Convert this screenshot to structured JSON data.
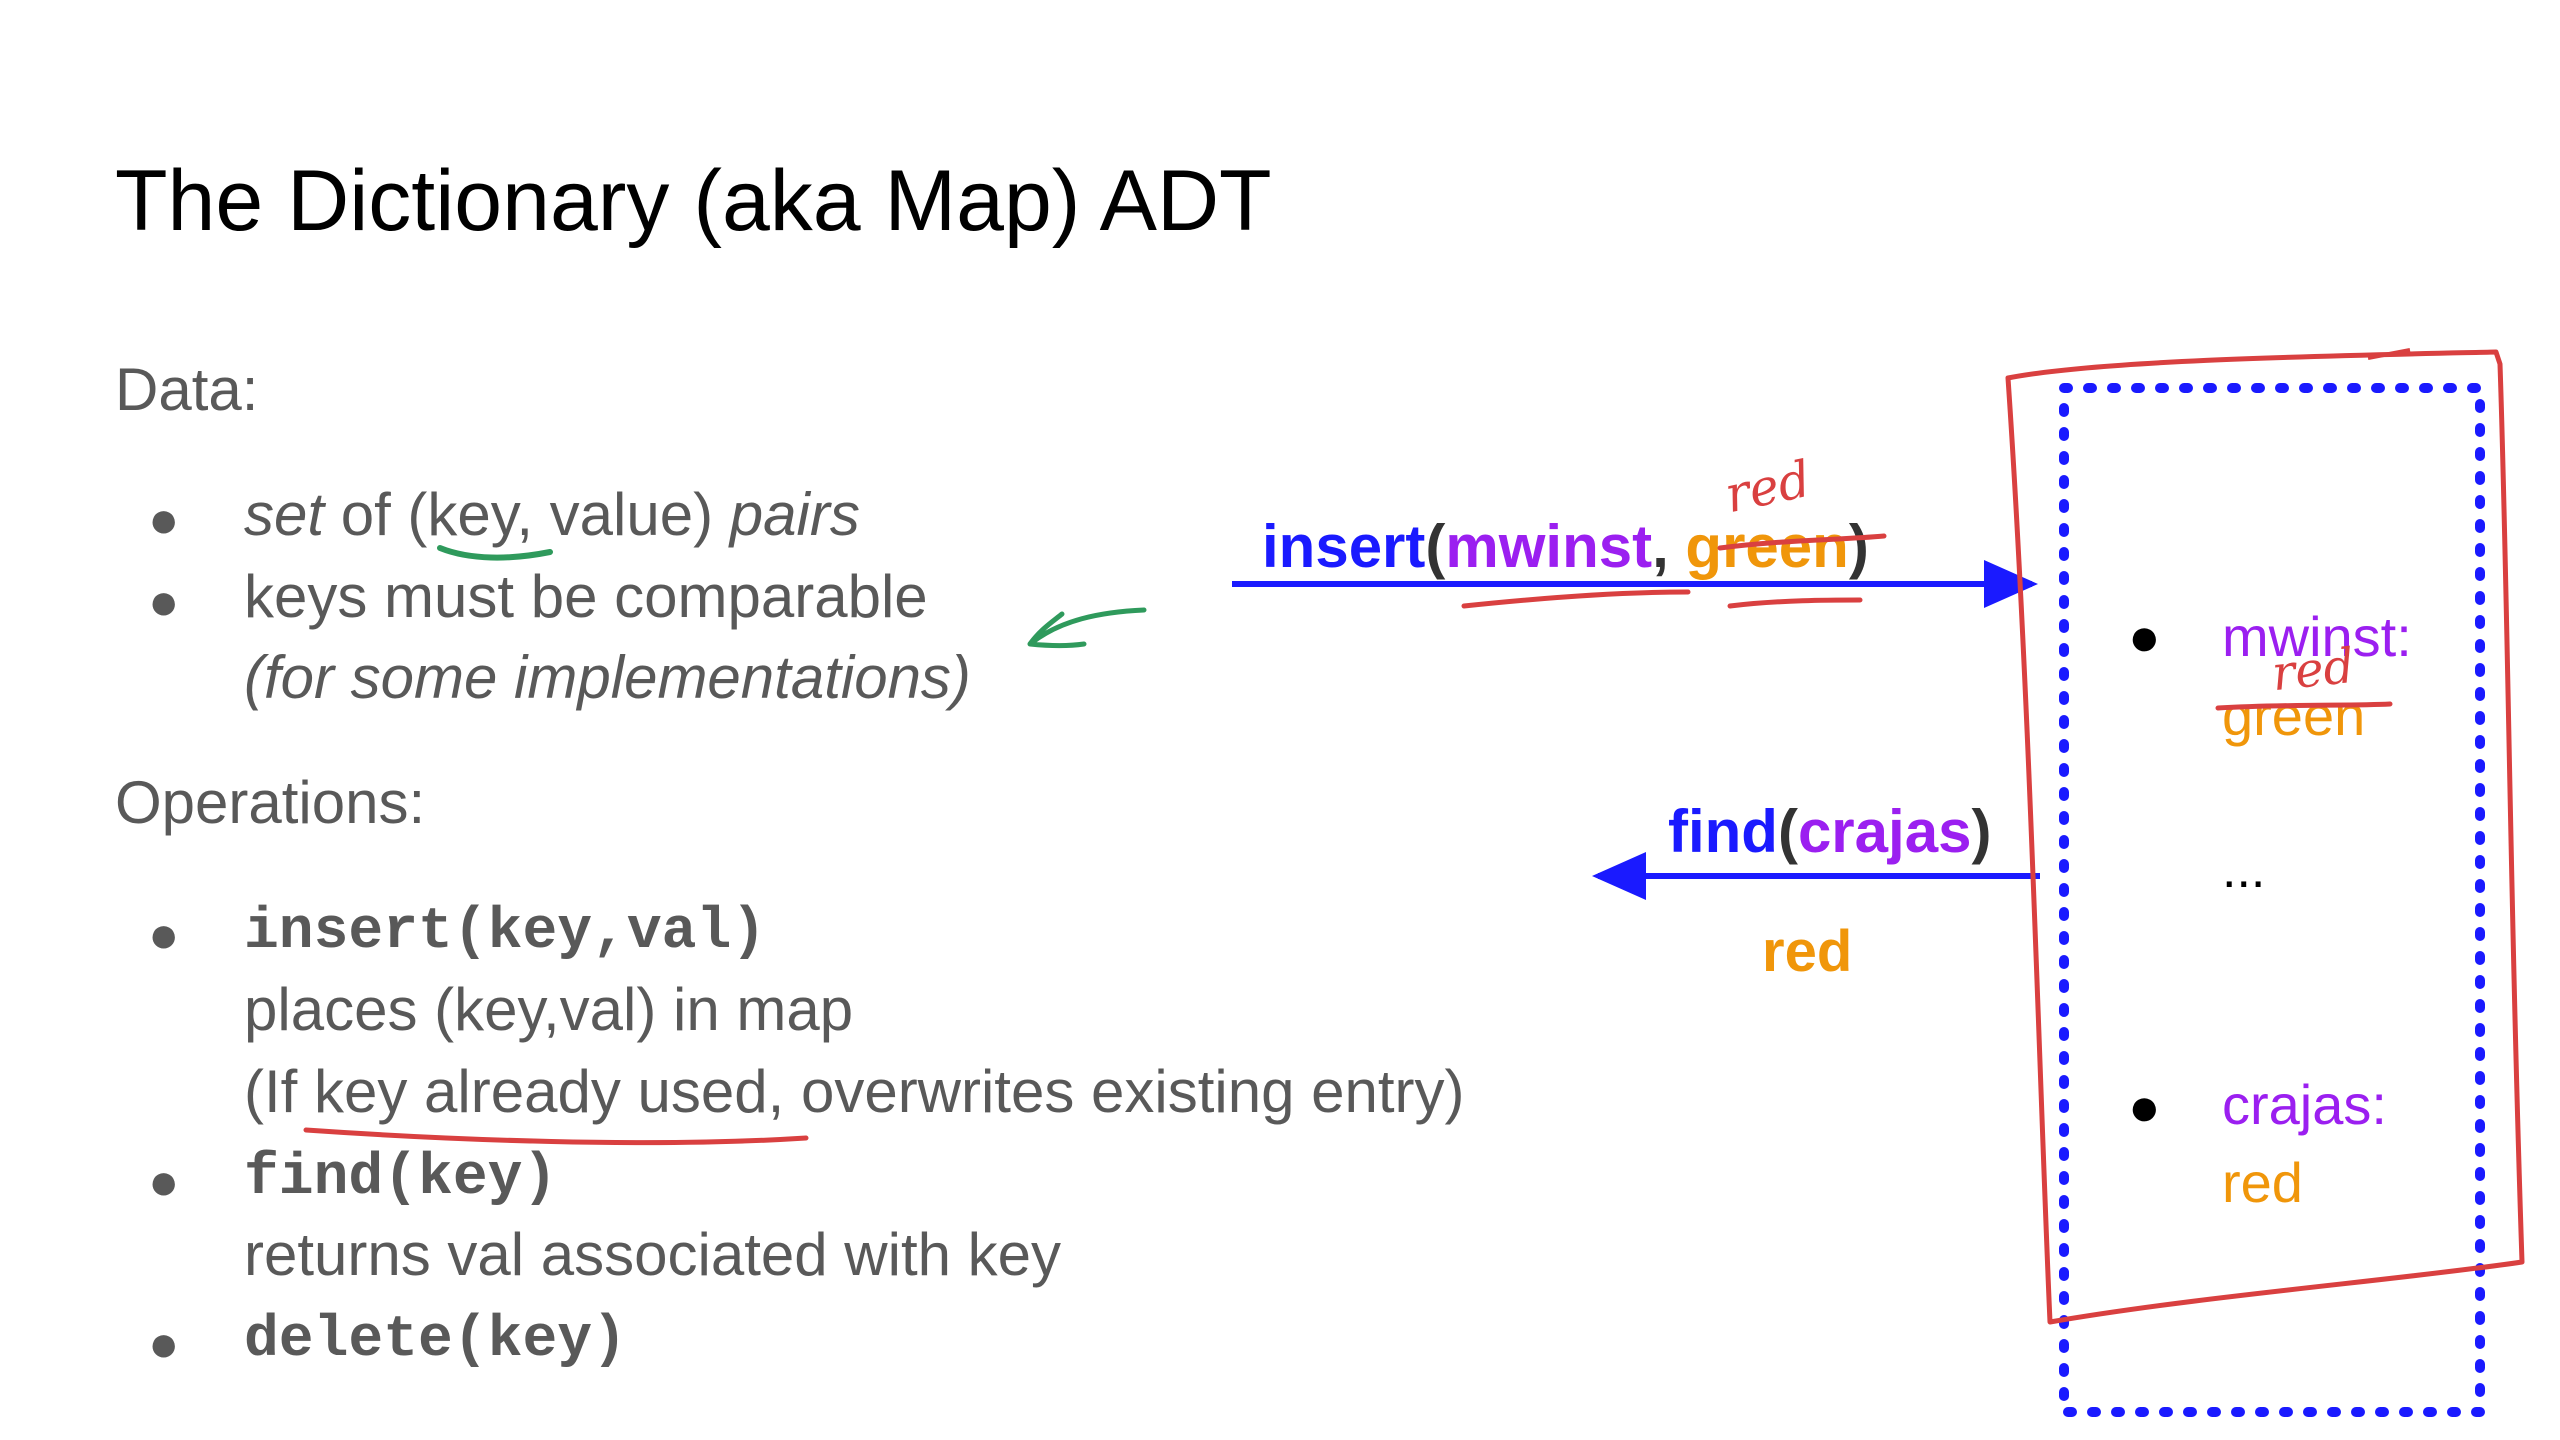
{
  "slide": {
    "title": "The Dictionary (aka Map) ADT",
    "data_heading": "Data:",
    "data_items": [
      {
        "ital1": "set",
        "mid1": " of (",
        "key": "key",
        "mid2": ", value) ",
        "ital2": "pairs"
      },
      {
        "line1": "keys must be comparable",
        "line2": "(for some implementations)"
      }
    ],
    "operations_heading": "Operations:",
    "operations": [
      {
        "signature": "insert(key,val)",
        "desc1": "places (key,val) in map",
        "desc2_pre": "(If ",
        "desc2_underlined": "key already used",
        "desc2_post": ", overwrites existing entry)"
      },
      {
        "signature": "find(key)",
        "desc1": "returns val associated with key"
      },
      {
        "signature": "delete(key)"
      }
    ],
    "bullet_glyph": "●"
  },
  "diagram": {
    "insert_call": {
      "fn": "insert",
      "open": "(",
      "key": "mwinst",
      "sep": ", ",
      "value": "green",
      "close": ")",
      "annotation": "red"
    },
    "find_call": {
      "fn": "find",
      "open": "(",
      "key": "crajas",
      "close": ")",
      "result": "red"
    },
    "store": [
      {
        "key": "mwinst:",
        "value": "green",
        "annotation": "red"
      },
      {
        "ellipsis": "..."
      },
      {
        "key": "crajas:",
        "value": "red"
      }
    ]
  },
  "colors": {
    "blue": "#1a1aff",
    "purple": "#9b1ff0",
    "orange": "#f0960a",
    "ink_red": "#d94040",
    "ink_green": "#2f9a5c",
    "gray_text": "#595959"
  }
}
